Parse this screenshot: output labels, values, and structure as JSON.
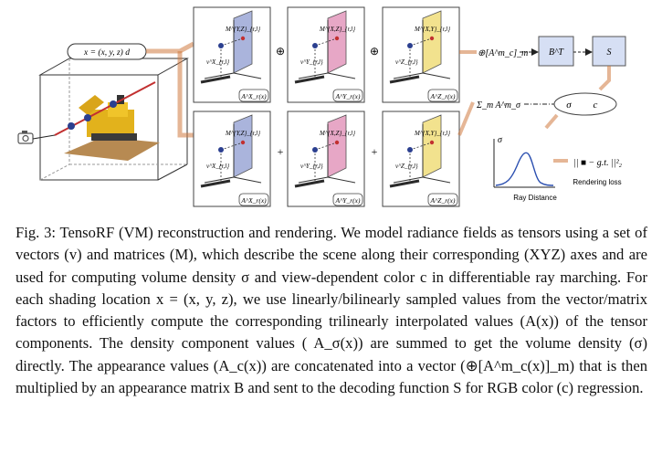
{
  "figure": {
    "input_label": "x = (x, y, z)   d",
    "camera_icon": "camera-icon",
    "top_row": {
      "panels": [
        {
          "vector": "v^X_{r,l}",
          "matrix": "M^{Y,Z}_{r,l}",
          "caption": "A^X_r(x)",
          "color": "#aab4dc"
        },
        {
          "vector": "v^Y_{r,l}",
          "matrix": "M^{X,Z}_{r,l}",
          "caption": "A^Y_r(x)",
          "color": "#e7a7c6"
        },
        {
          "vector": "v^Z_{r,l}",
          "matrix": "M^{X,Y}_{r,l}",
          "caption": "A^Z_r(x)",
          "color": "#f2e28e"
        }
      ],
      "operator": "⊕",
      "concat_label": "⊕[A^m_c]_m",
      "matrix_box": "B^T",
      "decoder_box": "S"
    },
    "bottom_row": {
      "panels": [
        {
          "vector": "v^X_{r,l}",
          "matrix": "M^{Y,Z}_{r,l}",
          "caption": "A^X_r(x)",
          "color": "#aab4dc"
        },
        {
          "vector": "v^Y_{r,l}",
          "matrix": "M^{X,Z}_{r,l}",
          "caption": "A^Y_r(x)",
          "color": "#e7a7c6"
        },
        {
          "vector": "v^Z_{r,l}",
          "matrix": "M^{X,Y}_{r,l}",
          "caption": "A^Z_r(x)",
          "color": "#f2e28e"
        }
      ],
      "operator": "+",
      "sum_label": "Σ_m A^m_σ",
      "sigma_node": "σ",
      "c_node": "c"
    },
    "plot": {
      "y_label": "σ",
      "x_label": "Ray Distance"
    },
    "loss_expression": "|| ■ − g.t. ||²₂",
    "loss_label": "Rendering loss"
  },
  "caption": {
    "label": "Fig. 3:",
    "text": "TensoRF (VM) reconstruction and rendering. We model radiance fields as tensors using a set of vectors (v) and matrices (M), which describe the scene along their corresponding (XYZ) axes and are used for computing volume density σ and view-dependent color c in differentiable ray marching. For each shading location x = (x, y, z), we use linearly/bilinearly sampled values from the vector/matrix factors to efficiently compute the corresponding trilinearly interpolated values (A(x)) of the tensor components. The density component values ( A_σ(x)) are summed to get the volume density (σ) directly. The appearance values (A_c(x)) are concatenated into a vector (⊕[A^m_c(x)]_m) that is then multiplied by an appearance matrix B and sent to the decoding function S for RGB color (c) regression."
  }
}
